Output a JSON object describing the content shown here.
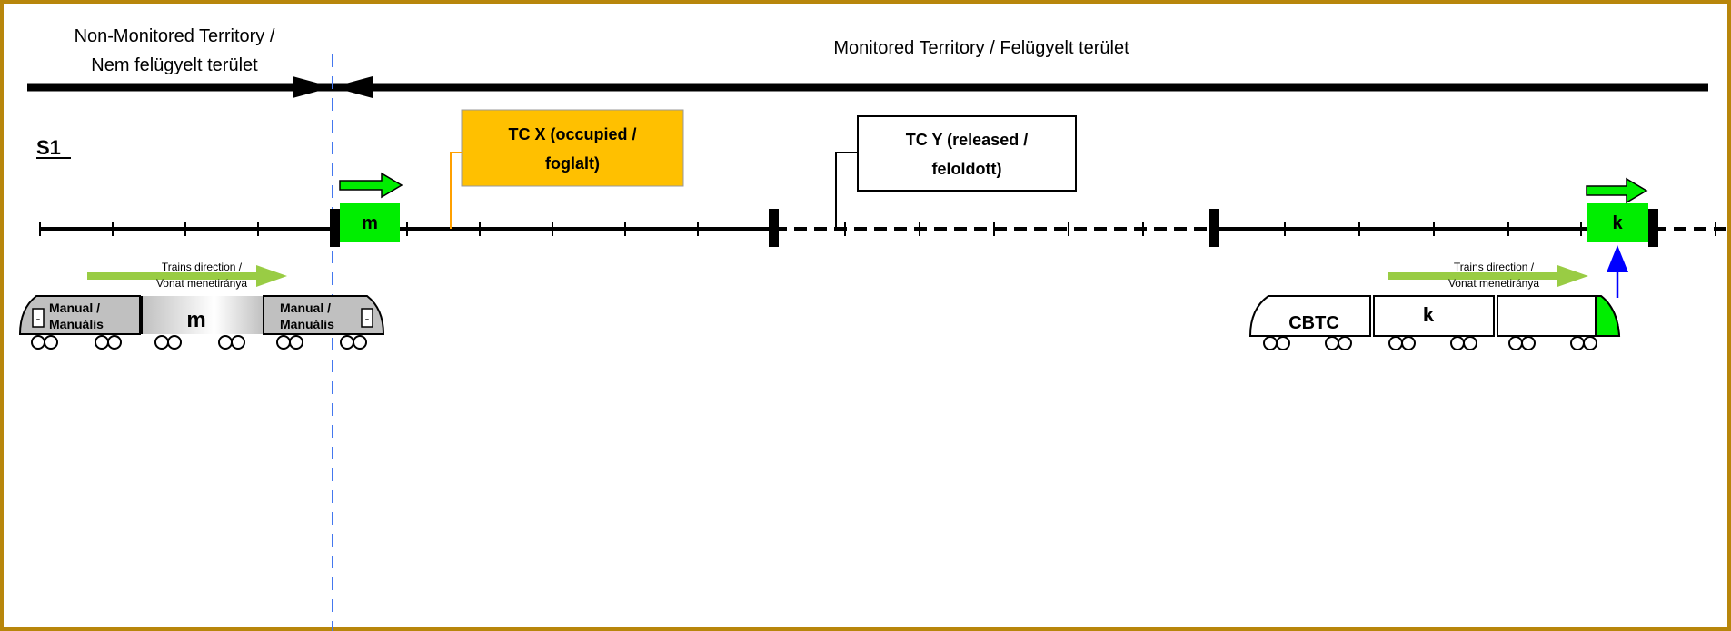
{
  "header": {
    "non_monitored_line1": "Non-Monitored Territory /",
    "non_monitored_line2": "Nem felügyelt terület",
    "monitored": "Monitored Territory / Felügyelt terület"
  },
  "section_label": "S1",
  "track_circuits": {
    "tc_x_line1": "TC X (occupied /",
    "tc_x_line2": "foglalt)",
    "tc_y_line1": "TC Y (released /",
    "tc_y_line2": "feloldott)"
  },
  "markers": {
    "m": "m",
    "k": "k"
  },
  "train_m": {
    "direction_line1": "Trains direction /",
    "direction_line2": "Vonat menetiránya",
    "left_car_line1": "Manual /",
    "left_car_line2": "Manuális",
    "center_label": "m",
    "right_car_line1": "Manual /",
    "right_car_line2": "Manuális",
    "left_end": "-",
    "right_end": "-"
  },
  "train_k": {
    "direction_line1": "Trains direction /",
    "direction_line2": "Vonat menetiránya",
    "cbtc_label": "CBTC",
    "center_label": "k"
  },
  "colors": {
    "frame": "#b8860b",
    "occupied": "#ffc000",
    "marker_green": "#00ee00",
    "direction_arrow": "#99cc44",
    "boundary": "#4477ee",
    "train_body": "#c0c0c0",
    "pointer": "#0000ff"
  }
}
